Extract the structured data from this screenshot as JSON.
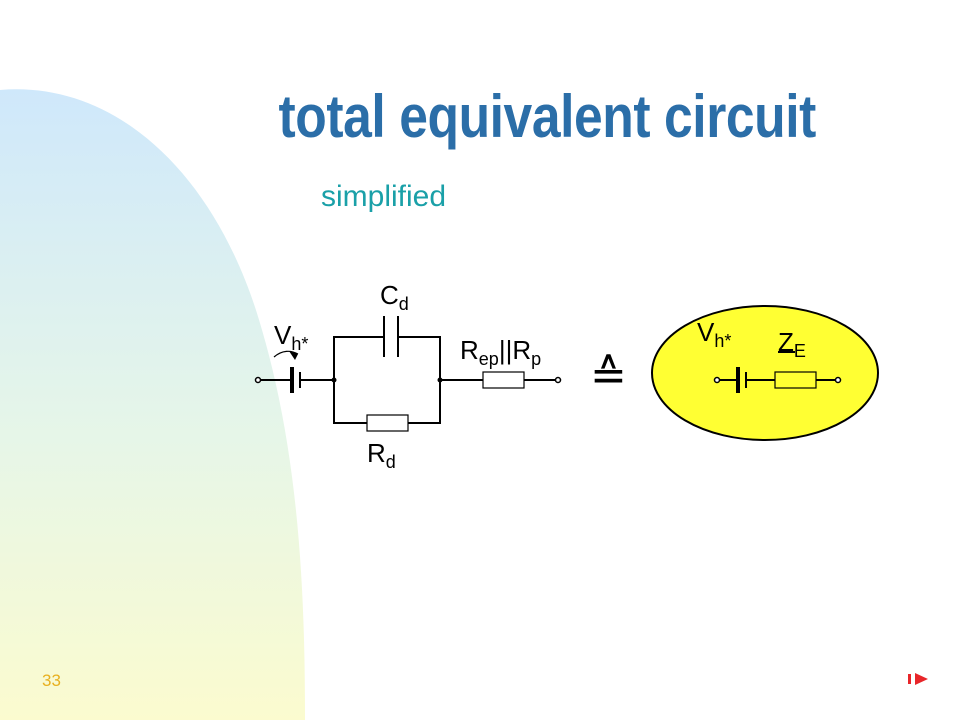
{
  "slide": {
    "title": "total equivalent circuit",
    "subtitle": "simplified",
    "number": "33"
  },
  "colors": {
    "title": "#2b6ea8",
    "subtitle": "#1aa0a8",
    "number": "#e8b020",
    "equivalent_fill": "#ffff33",
    "nav": "#e8262a"
  },
  "circuit": {
    "source_label": {
      "main": "V",
      "sub": "h*"
    },
    "capacitor_label": {
      "main": "C",
      "sub": "d"
    },
    "resistor_label": {
      "main": "R",
      "sub": "d"
    },
    "series_label": {
      "m1": "R",
      "s1": "ep",
      "sep": "||",
      "m2": "R",
      "s2": "p"
    },
    "equivalence_symbol": "≙"
  },
  "equivalent": {
    "source_label": {
      "main": "V",
      "sub": "h*"
    },
    "impedance_label": {
      "main": "Z",
      "sub": "E"
    }
  },
  "nav": {
    "icon": "next-arrow-icon"
  }
}
